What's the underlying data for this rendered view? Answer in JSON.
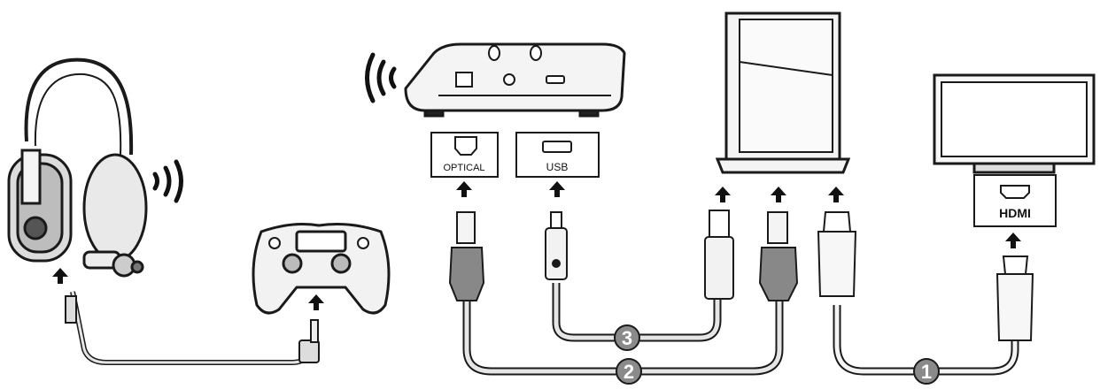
{
  "ports": {
    "optical": "OPTICAL",
    "usb": "USB",
    "hdmi": "HDMI"
  },
  "connections": {
    "hdmi_number": "1",
    "optical_number": "2",
    "usb_number": "3"
  },
  "icons": [
    "headset-icon",
    "wireless-signal-icon",
    "controller-icon",
    "base-station-icon",
    "console-icon",
    "tv-icon",
    "arrow-up-icon"
  ],
  "colors": {
    "line": "#1a1a1a",
    "cable_fill": "#e6e6e6",
    "hdmi_cable": "#f4f4f4",
    "badge": "#8a8a8a"
  }
}
